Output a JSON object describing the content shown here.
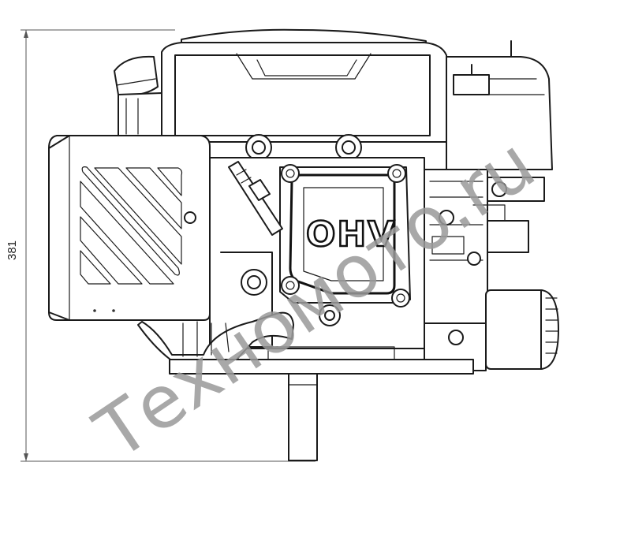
{
  "dimension": {
    "height_label": "381"
  },
  "engine": {
    "head_marking": "OHV"
  },
  "watermark": {
    "text": "Техномото.ru"
  }
}
